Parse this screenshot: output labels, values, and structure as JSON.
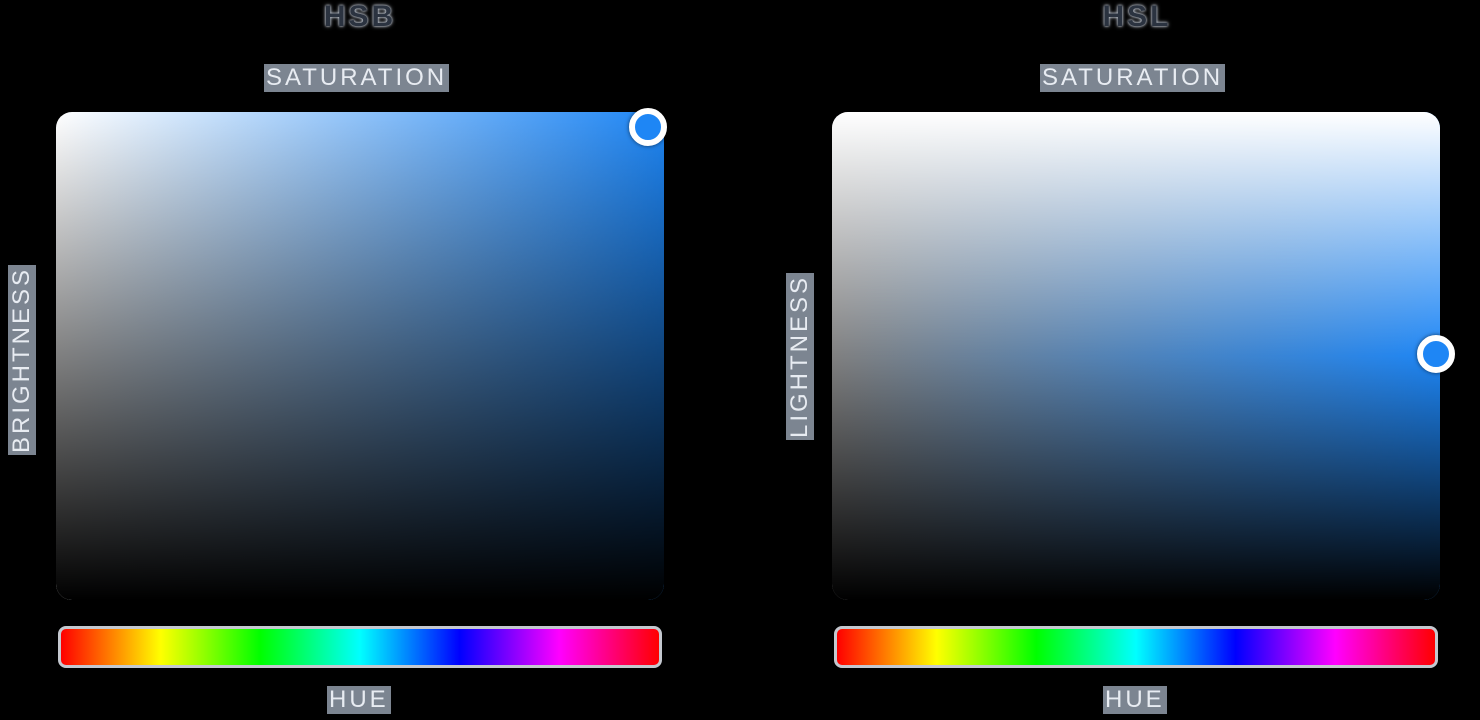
{
  "panels": [
    {
      "title": "HSB",
      "top_label": "SATURATION",
      "side_label": "BRIGHTNESS",
      "bottom_label": "HUE",
      "hue_color": "#1e86f5"
    },
    {
      "title": "HSL",
      "top_label": "SATURATION",
      "side_label": "LIGHTNESS",
      "bottom_label": "HUE",
      "hue_color": "#1e86f5"
    }
  ],
  "colors": {
    "background": "#000000",
    "accent_blue": "#1e86f5",
    "knob_border": "#ffffff"
  }
}
